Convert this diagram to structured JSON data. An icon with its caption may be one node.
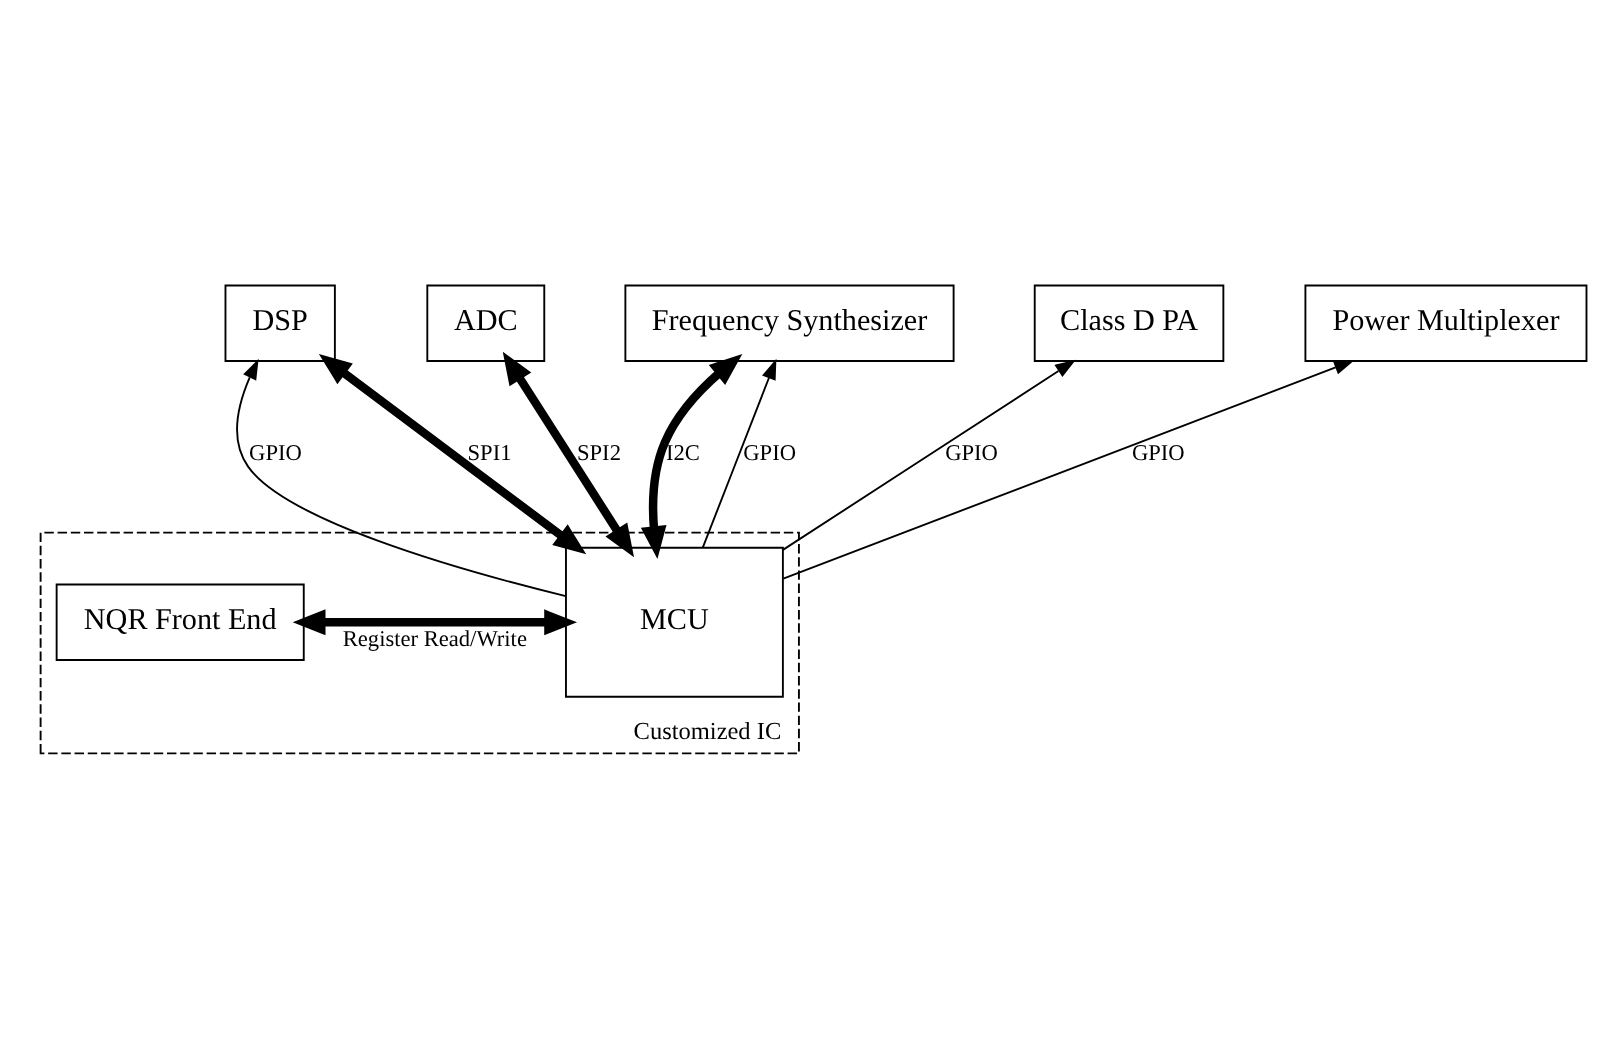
{
  "diagram": {
    "nodes": [
      {
        "text": [
          "DSP"
        ]
      },
      {
        "text": [
          "ADC"
        ]
      },
      {
        "text": [
          "Frequency Synthesizer"
        ]
      },
      {
        "text": [
          "Customized IC"
        ]
      },
      {
        "text": [
          "NQR Front End"
        ],
        "in": 3
      },
      {
        "text": [
          "MCU"
        ],
        "in": 3
      },
      {
        "text": [
          "Class D PA"
        ]
      },
      {
        "text": [
          "Power Multiplexer"
        ]
      }
    ],
    "edges": [
      {
        "from": 5,
        "to": 0,
        "arrow": "to",
        "label": "GPIO"
      },
      {
        "from": 5,
        "to": 0,
        "arrow": "both",
        "label": "SPI1",
        "style": "thick"
      },
      {
        "from": 5,
        "to": 1,
        "arrow": "both",
        "label": "SPI2",
        "style": "thick"
      },
      {
        "from": 5,
        "to": 2,
        "arrow": "both",
        "label": "I2C",
        "style": "thick"
      },
      {
        "from": 5,
        "to": 2,
        "arrow": "to",
        "label": "GPIO"
      },
      {
        "from": 5,
        "to": 6,
        "arrow": "to",
        "label": "GPIO"
      },
      {
        "from": 5,
        "to": 7,
        "arrow": "to",
        "label": "GPIO"
      },
      {
        "from": 4,
        "to": 5,
        "arrow": "both",
        "label": "Register Read/Write",
        "style": "thick"
      }
    ]
  }
}
